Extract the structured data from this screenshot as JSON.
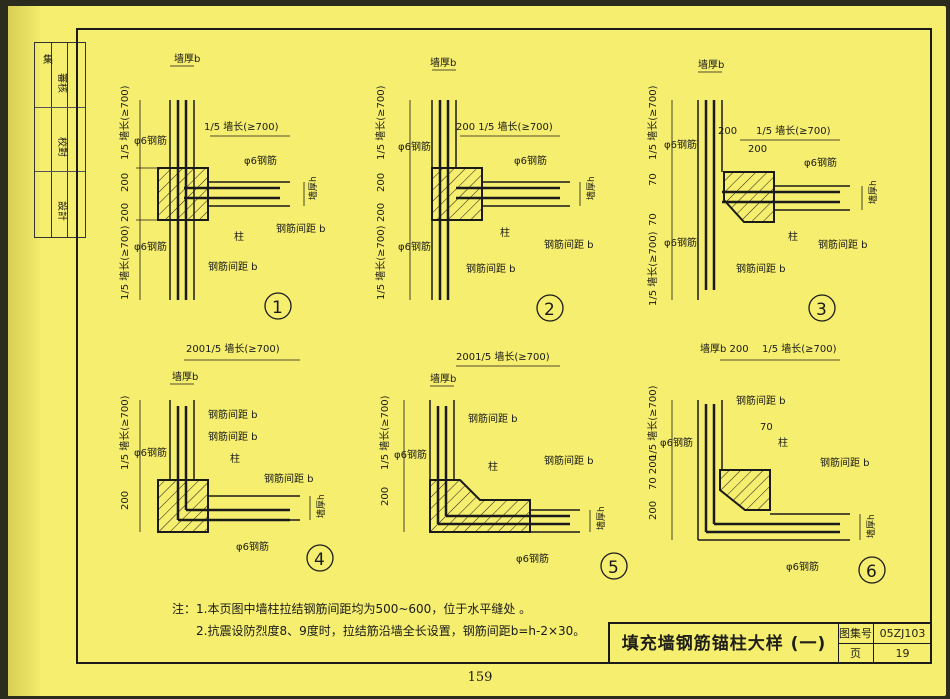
{
  "stamp": {
    "rows": [
      "審核",
      "校對",
      "設計"
    ],
    "extra": "集"
  },
  "common": {
    "wall_thickness": "墙厚b",
    "fifth_length": "1/5 墙长(≥700)",
    "phi6": "φ6钢筋",
    "spacing": "钢筋间距 b",
    "column": "柱",
    "dim200": "200",
    "dim70": "70",
    "height": "墙厚h",
    "dim200_fifth": "200 1/5 墙长(≥700)",
    "dim200_fifth_tight": "2001/5 墙长(≥700)",
    "dim70_200": "70 200",
    "thick200": "墙厚b 200"
  },
  "details": [
    {
      "label": "1"
    },
    {
      "label": "2"
    },
    {
      "label": "3"
    },
    {
      "label": "4"
    },
    {
      "label": "5"
    },
    {
      "label": "6"
    }
  ],
  "notes": {
    "line1": "注：1.本页图中墙柱拉结钢筋间距均为500~600，位于水平缝处 。",
    "line2": "2.抗震设防烈度8、9度时，拉结筋沿墙全长设置，钢筋间距b=h-2×30。"
  },
  "title_block": {
    "title": "填充墙钢筋锚柱大样 (一)",
    "atlas_label": "图集号",
    "atlas_value": "05ZJ103",
    "page_label": "页",
    "page_value": "19"
  },
  "page_number": "159"
}
